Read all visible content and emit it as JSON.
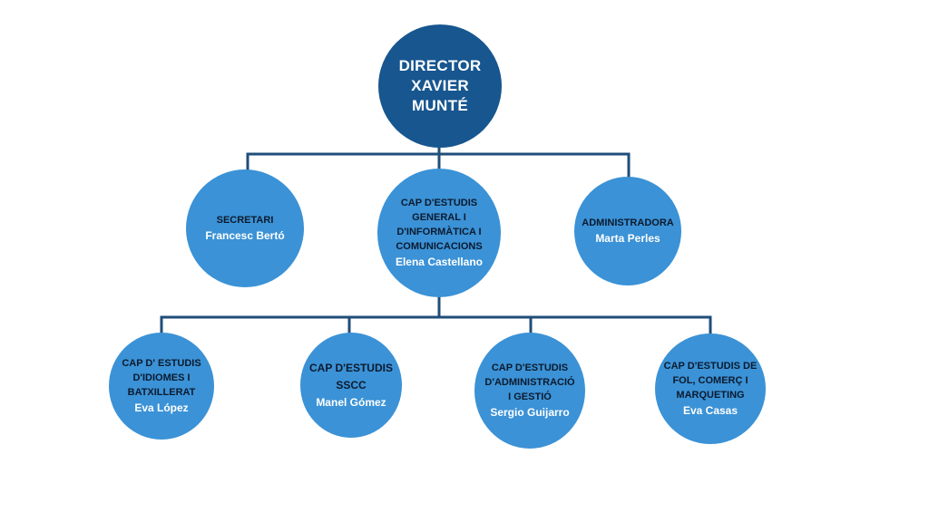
{
  "colors": {
    "director_fill": "#17568f",
    "node_fill": "#3b92d6",
    "connector": "#1f4e79"
  },
  "director": {
    "role": "DIRECTOR\nXAVIER\nMUNTÉ"
  },
  "level2": [
    {
      "role": "SECRETARI",
      "name": "Francesc Bertó"
    },
    {
      "role": "CAP D'ESTUDIS\nGENERAL I\nD'INFORMÀTICA I\nCOMUNICACIONS",
      "name": "Elena Castellano"
    },
    {
      "role": "ADMINISTRADORA",
      "name": "Marta Perles"
    }
  ],
  "level3": [
    {
      "role": "CAP D' ESTUDIS\nD'IDIOMES I\nBATXILLERAT",
      "name": "Eva López"
    },
    {
      "role": "CAP D'ESTUDIS\nSSCC",
      "name": "Manel Gómez"
    },
    {
      "role": "CAP D'ESTUDIS\nD'ADMINISTRACIÓ\nI GESTIÓ",
      "name": "Sergio Guijarro"
    },
    {
      "role": "CAP D'ESTUDIS DE\nFOL, COMERÇ I\nMARQUETING",
      "name": "Eva Casas"
    }
  ]
}
